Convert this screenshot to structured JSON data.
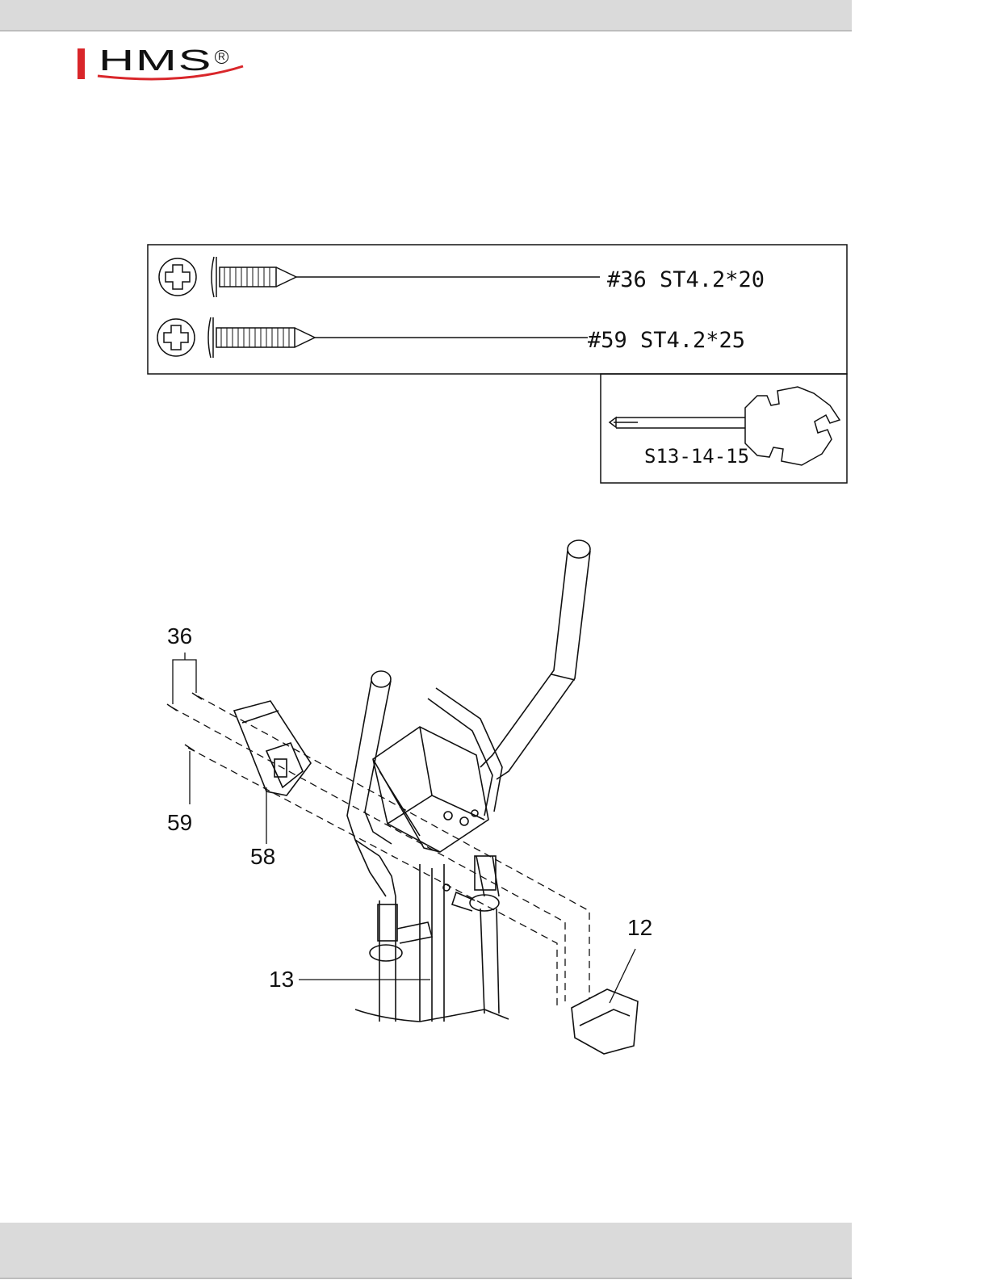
{
  "brand": {
    "name": "HMS",
    "registered": "R",
    "accent": "#d9262a"
  },
  "parts_box": {
    "screw_1": "#36  ST4.2*20",
    "screw_2": "#59  ST4.2*25",
    "tool": "S13-14-15"
  },
  "callouts": {
    "c36": "36",
    "c59": "59",
    "c58": "58",
    "c13": "13",
    "c12": "12"
  }
}
